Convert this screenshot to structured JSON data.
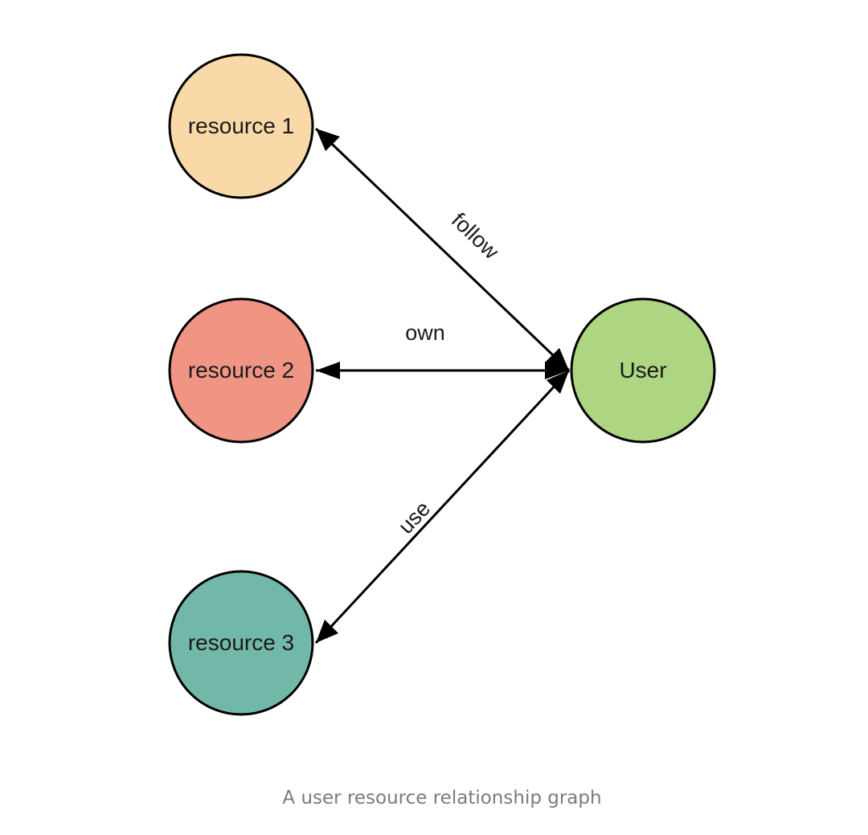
{
  "diagram": {
    "nodes": [
      {
        "id": "r1",
        "label": "resource 1",
        "color": "#f9d9a8"
      },
      {
        "id": "r2",
        "label": "resource 2",
        "color": "#f09584"
      },
      {
        "id": "r3",
        "label": "resource 3",
        "color": "#72b8a9"
      },
      {
        "id": "user",
        "label": "User",
        "color": "#aed581"
      }
    ],
    "edges": [
      {
        "from": "user",
        "to": "r1",
        "label": "follow",
        "bidirectional": true
      },
      {
        "from": "user",
        "to": "r2",
        "label": "own",
        "bidirectional": true
      },
      {
        "from": "user",
        "to": "r3",
        "label": "use",
        "bidirectional": true
      }
    ]
  },
  "caption": "A user resource relationship graph"
}
